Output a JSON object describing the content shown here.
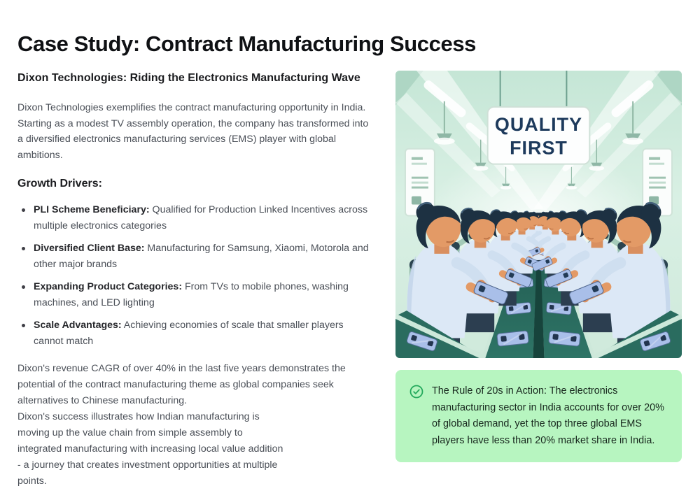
{
  "page": {
    "title": "Case Study: Contract Manufacturing Success"
  },
  "article": {
    "heading": "Dixon Technologies: Riding the Electronics Manufacturing Wave",
    "intro": "Dixon Technologies exemplifies the contract manufacturing opportunity in India. Starting as a modest TV assembly operation, the company has transformed into a diversified electronics manufacturing services (EMS) player with global ambitions.",
    "growth_heading": "Growth Drivers:",
    "bullets": [
      {
        "label": "PLI Scheme Beneficiary:",
        "text": " Qualified for Production Linked Incentives across multiple electronics categories"
      },
      {
        "label": "Diversified Client Base:",
        "text": " Manufacturing for Samsung, Xiaomi, Motorola and other major brands"
      },
      {
        "label": "Expanding Product Categories:",
        "text": " From TVs to mobile phones, washing machines, and LED lighting"
      },
      {
        "label": "Scale Advantages:",
        "text": " Achieving economies of scale that smaller players cannot match"
      }
    ],
    "conclusion": "Dixon's revenue CAGR of over 40% in the last five years demonstrates the potential of the contract manufacturing theme as global companies seek alternatives to Chinese manufacturing.\nDixon's success illustrates how Indian manufacturing is\nmoving up the value chain from simple assembly to\nintegrated manufacturing with increasing local value addition\n- a journey that creates investment opportunities at multiple\npoints."
  },
  "illustration": {
    "description": "factory-assembly-line-workers-with-phones",
    "sign_line1": "QUALITY",
    "sign_line2": "FIRST",
    "colors": {
      "background_mint": "#cfeade",
      "belt_teal": "#2a6c5f",
      "sign_text_navy": "#1d3a5c",
      "worker_shirt": "#dce8f6",
      "phone_blue": "#a9bfe9"
    }
  },
  "callout": {
    "icon": "check-circle-icon",
    "text": "The Rule of 20s in Action: The electronics manufacturing sector in India accounts for over 20% of global demand, yet the top three global EMS players have less than 20% market share in India.",
    "background": "#b7f5c0",
    "icon_color": "#23a95c"
  }
}
